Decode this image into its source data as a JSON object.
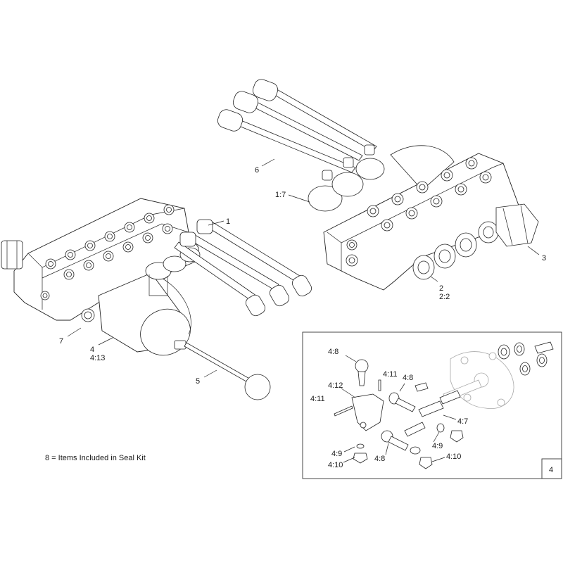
{
  "callouts": {
    "c1": "1",
    "c1_7": "1:7",
    "c2": "2",
    "c2_2": "2:2",
    "c3": "3",
    "c4": "4",
    "c4_13": "4:13",
    "c5": "5",
    "c6": "6",
    "c7": "7"
  },
  "detail": {
    "box_number": "4",
    "labels": {
      "d4_8_top": "4:8",
      "d4_11_a": "4:11",
      "d4_8_mid": "4:8",
      "d4_12": "4:12",
      "d4_11_b": "4:11",
      "d4_7": "4:7",
      "d4_9_a": "4:9",
      "d4_9_b": "4:9",
      "d4_10_a": "4:10",
      "d4_10_b": "4:10",
      "d4_8_bot": "4:8"
    }
  },
  "note": "8 =  Items Included in Seal Kit"
}
